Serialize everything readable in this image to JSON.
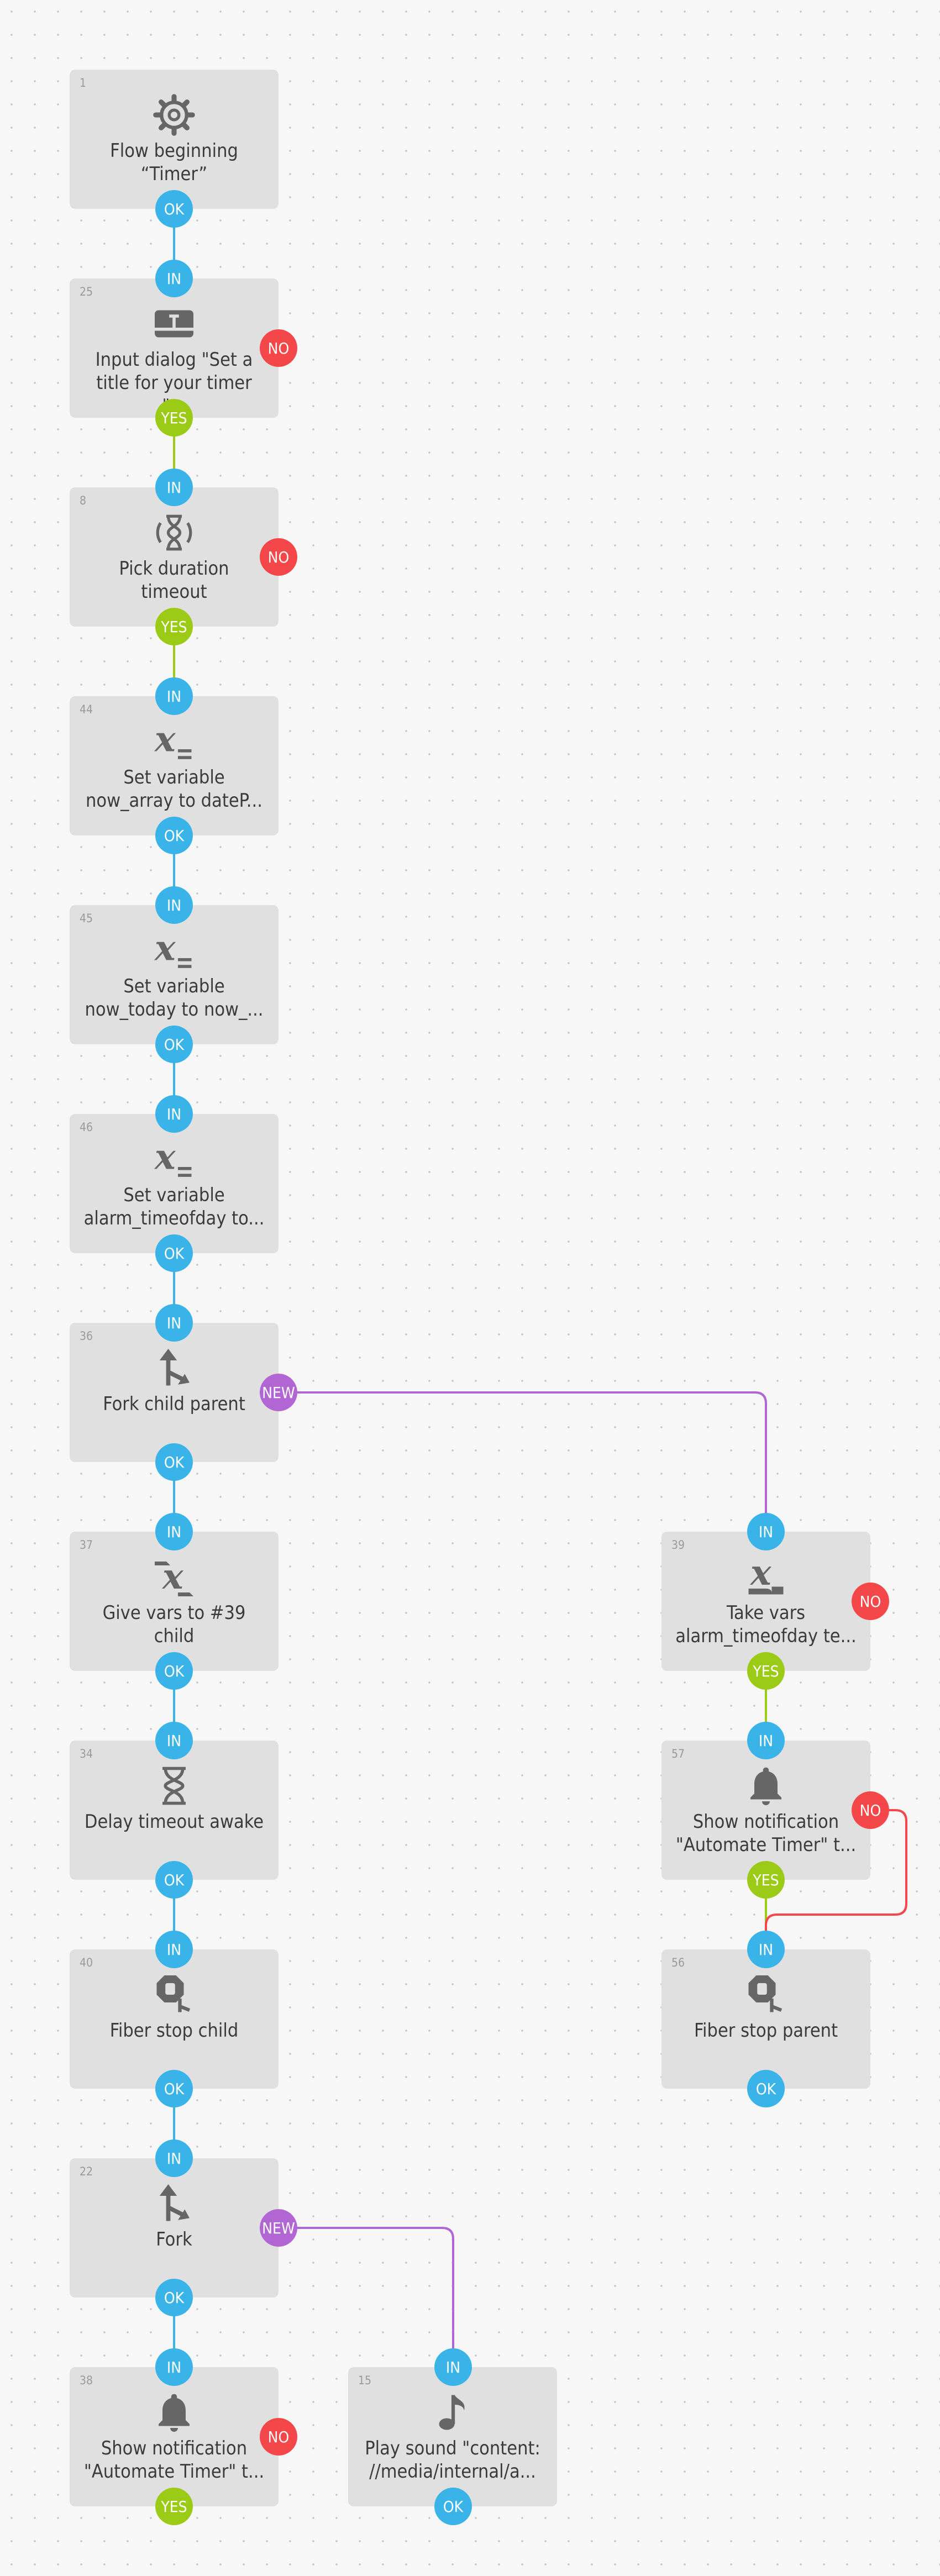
{
  "colors": {
    "background": "#f7f7f7",
    "block": "#e0e0e0",
    "in_ok": "#3ab4e8",
    "yes": "#9ccb17",
    "no": "#f4474a",
    "new": "#b266d4",
    "label": "#3b3b3b"
  },
  "connectors": {
    "in": "IN",
    "ok": "OK",
    "yes": "YES",
    "no": "NO",
    "new": "NEW"
  },
  "blocks": {
    "b1": {
      "id": "1",
      "label": "Flow beginning\n“Timer”",
      "icon": "gear-icon"
    },
    "b25": {
      "id": "25",
      "label": "Input dialog \"Set a\ntitle for your timer \"...",
      "icon": "input-dialog-icon"
    },
    "b8": {
      "id": "8",
      "label": "Pick duration\ntimeout",
      "icon": "hourglass-pick-icon"
    },
    "b44": {
      "id": "44",
      "label": "Set variable\nnow_array to dateP...",
      "icon": "variable-icon"
    },
    "b45": {
      "id": "45",
      "label": "Set variable\nnow_today to now_...",
      "icon": "variable-icon"
    },
    "b46": {
      "id": "46",
      "label": "Set variable\nalarm_timeofday to...",
      "icon": "variable-icon"
    },
    "b36": {
      "id": "36",
      "label": "Fork child parent",
      "icon": "fork-icon"
    },
    "b37": {
      "id": "37",
      "label": "Give vars to #39\nchild",
      "icon": "give-vars-icon"
    },
    "b34": {
      "id": "34",
      "label": "Delay timeout awake",
      "icon": "hourglass-icon"
    },
    "b40": {
      "id": "40",
      "label": "Fiber stop child",
      "icon": "fiber-stop-icon"
    },
    "b22": {
      "id": "22",
      "label": "Fork",
      "icon": "fork-icon"
    },
    "b38": {
      "id": "38",
      "label": "Show notification\n\"Automate Timer\" t...",
      "icon": "bell-icon"
    },
    "b15": {
      "id": "15",
      "label": "Play sound \"content:\n//media/internal/a...",
      "icon": "music-note-icon"
    },
    "b39": {
      "id": "39",
      "label": "Take vars\nalarm_timeofday te...",
      "icon": "take-vars-icon"
    },
    "b57": {
      "id": "57",
      "label": "Show notification\n\"Automate Timer\" t...",
      "icon": "bell-icon"
    },
    "b56": {
      "id": "56",
      "label": "Fiber stop parent",
      "icon": "fiber-stop-icon"
    }
  }
}
